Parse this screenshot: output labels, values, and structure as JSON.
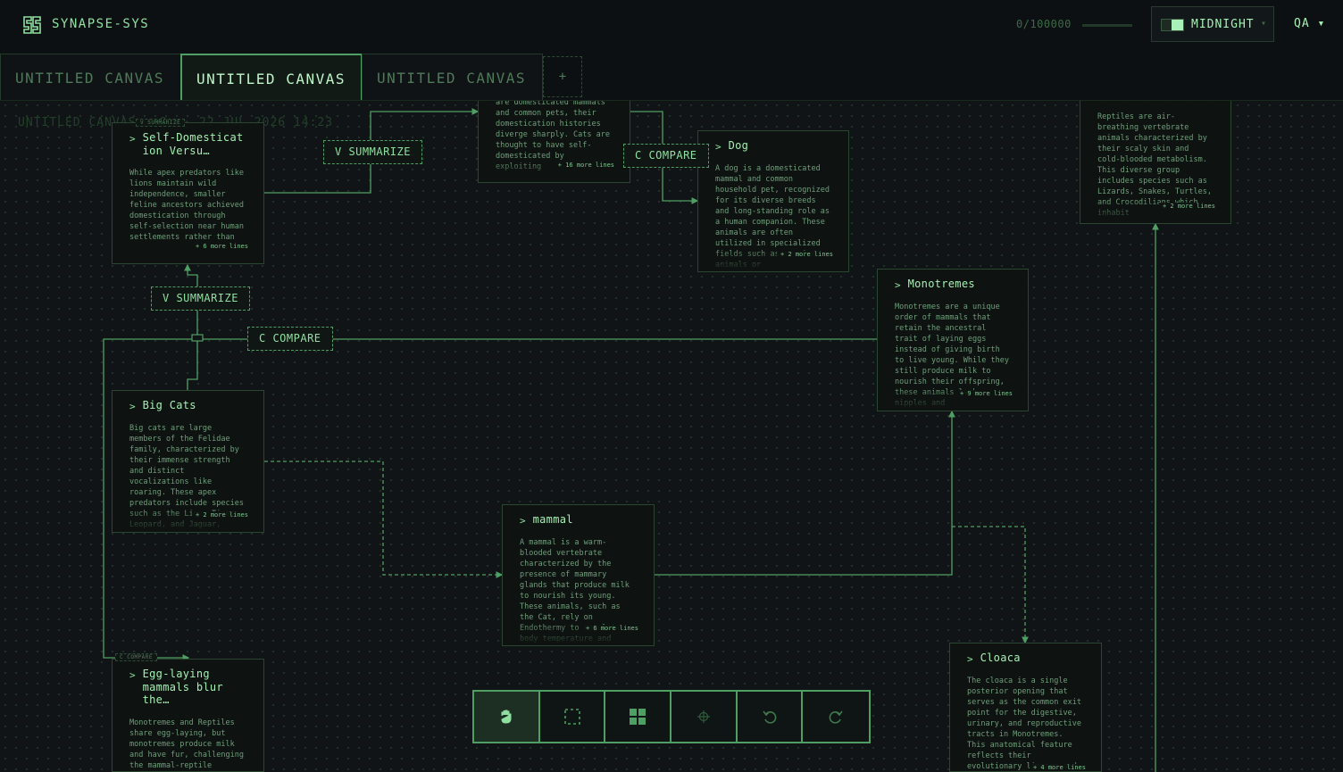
{
  "app": {
    "name": "SYNAPSE-SYS"
  },
  "header": {
    "token_usage": "0/100000",
    "token_fraction": 0.0,
    "theme": {
      "label": "MIDNIGHT"
    },
    "user": {
      "label": "QA ▾"
    }
  },
  "tabs": [
    {
      "label": "UNTITLED CANVAS",
      "active": false
    },
    {
      "label": "UNTITLED CANVAS",
      "active": true
    },
    {
      "label": "UNTITLED CANVAS",
      "active": false
    }
  ],
  "new_tab_label": "+",
  "breadcrumb": "UNTITLED CANVAS  ·  9n  ·  22 JUL 2026 14:23",
  "cards": {
    "self_domestication": {
      "title": "Self-Domesticat ion Versu…",
      "body": "While apex predators like lions maintain wild independence, smaller feline ancestors achieved domestication through self-selection near human settlements rather than",
      "more": "+ 6 more lines"
    },
    "cats_dogs": {
      "title": "",
      "body": "While both cat and dog are domesticated mammals and common pets, their domestication histories diverge sharply. Cats are thought to have self-domesticated by exploiting",
      "more": "+ 16 more lines"
    },
    "dog": {
      "title": "Dog",
      "body": "A dog is a domesticated mammal and common household pet, recognized for its diverse breeds and long-standing role as a human companion. These animals are often utilized in specialized fields such as service animals or",
      "more": "+ 2 more lines"
    },
    "reptiles": {
      "title": "",
      "body": "Reptiles are air-breathing vertebrate animals characterized by their scaly skin and cold-blooded metabolism. This diverse group includes species such as Lizards, Snakes, Turtles, and Crocodilians which inhabit",
      "more": "+ 2 more lines"
    },
    "monotremes": {
      "title": "Monotremes",
      "body": "Monotremes are a unique order of mammals that retain the ancestral trait of laying eggs instead of giving birth to live young. While they still produce milk to nourish their offspring, these animals lack nipples and",
      "more": "+ 9 more lines"
    },
    "big_cats": {
      "title": "Big Cats",
      "body": "Big cats are large members of the Felidae family, characterized by their immense strength and distinct vocalizations like roaring. These apex predators include species such as the Lion, Tiger, Leopard, and Jaguar, which",
      "more": "+ 2 more lines"
    },
    "mammal": {
      "title": "mammal",
      "body": "A mammal is a warm-blooded vertebrate characterized by the presence of mammary glands that produce milk to nourish its young. These animals, such as the Cat, rely on Endothermy to regulate body temperature and typically possess fur",
      "more": "+ 6 more lines"
    },
    "cloaca": {
      "title": "Cloaca",
      "body": "The cloaca is a single posterior opening that serves as the common exit point for the digestive, urinary, and reproductive tracts in Monotremes. This anatomical feature reflects their evolutionary lineage and",
      "more": "+ 4 more lines"
    },
    "egg_laying": {
      "title": "Egg-laying mammals blur the…",
      "body": "Monotremes and Reptiles share egg-laying, but monotremes produce milk and have fur, challenging the mammal-reptile divide. The Platypus even has",
      "more": ""
    }
  },
  "operations": {
    "summarize_top": "V SUMMARIZE",
    "compare_top": "C COMPARE",
    "summarize_left": "V SUMMARIZE",
    "compare_left": "C COMPARE",
    "compare_bottom": "C COMPARE",
    "summarize_tiny": "V SUMMARIZE"
  },
  "toolbar": {
    "tools": [
      {
        "icon": "hand-icon",
        "active": true
      },
      {
        "icon": "select-icon",
        "active": false
      },
      {
        "icon": "grid-icon",
        "active": false
      },
      {
        "icon": "crosshair-icon",
        "active": false
      },
      {
        "icon": "undo-icon",
        "active": false
      },
      {
        "icon": "redo-icon",
        "active": false
      }
    ]
  },
  "colors": {
    "accent": "#8fe0a0",
    "edge": "#4f9e63",
    "background": "#0f1214"
  }
}
